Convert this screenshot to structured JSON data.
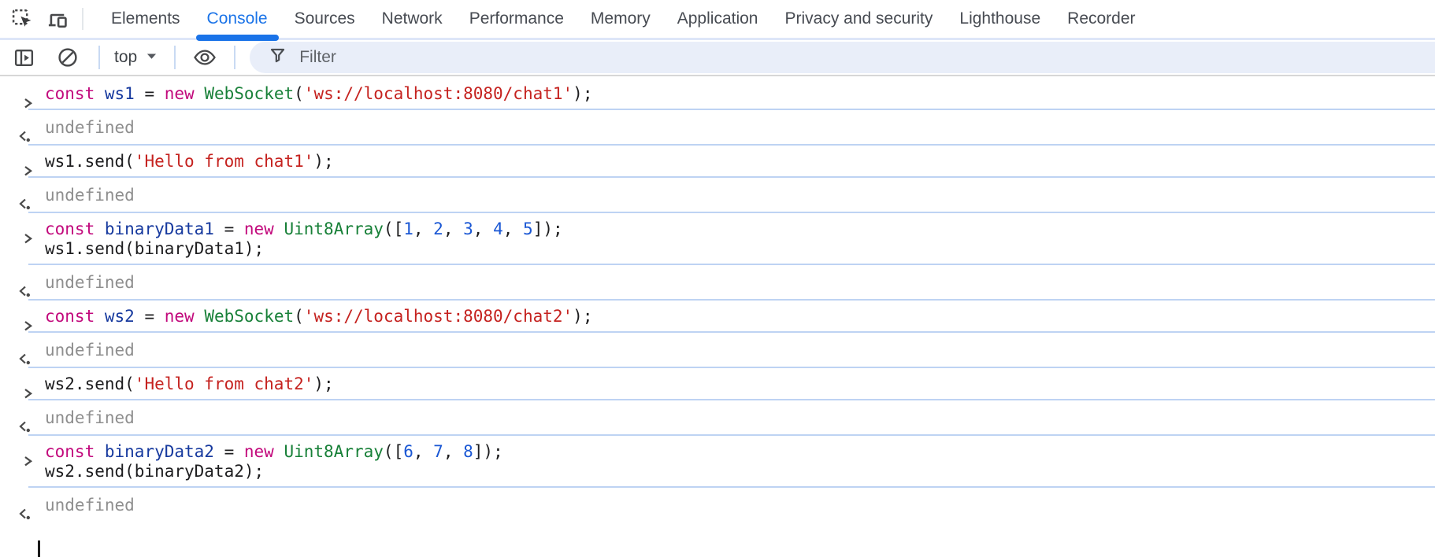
{
  "tabbar": {
    "icons": [
      "inspect-icon",
      "device-toolbar-icon"
    ],
    "tabs": [
      {
        "label": "Elements",
        "active": false
      },
      {
        "label": "Console",
        "active": true
      },
      {
        "label": "Sources",
        "active": false
      },
      {
        "label": "Network",
        "active": false
      },
      {
        "label": "Performance",
        "active": false
      },
      {
        "label": "Memory",
        "active": false
      },
      {
        "label": "Application",
        "active": false
      },
      {
        "label": "Privacy and security",
        "active": false
      },
      {
        "label": "Lighthouse",
        "active": false
      },
      {
        "label": "Recorder",
        "active": false
      }
    ]
  },
  "toolbar": {
    "icons": [
      "toggle-console-sidebar-icon",
      "clear-console-icon",
      "chevron-down-icon",
      "live-expression-eye-icon",
      "filter-funnel-icon"
    ],
    "context_selector_label": "top",
    "filter_placeholder": "Filter"
  },
  "console": {
    "entries": [
      {
        "type": "command",
        "icon": "chevron-right-icon",
        "lines": [
          [
            {
              "t": "const",
              "c": "kw"
            },
            {
              "t": " ",
              "c": "pl"
            },
            {
              "t": "ws1",
              "c": "var"
            },
            {
              "t": " = ",
              "c": "pl"
            },
            {
              "t": "new",
              "c": "kw"
            },
            {
              "t": " ",
              "c": "pl"
            },
            {
              "t": "WebSocket",
              "c": "cls"
            },
            {
              "t": "(",
              "c": "pl"
            },
            {
              "t": "'ws://localhost:8080/chat1'",
              "c": "str"
            },
            {
              "t": ");",
              "c": "pl"
            }
          ]
        ]
      },
      {
        "type": "result",
        "icon": "return-value-icon",
        "value": "undefined"
      },
      {
        "type": "command",
        "icon": "chevron-right-icon",
        "lines": [
          [
            {
              "t": "ws1.send(",
              "c": "pl"
            },
            {
              "t": "'Hello from chat1'",
              "c": "str"
            },
            {
              "t": ");",
              "c": "pl"
            }
          ]
        ]
      },
      {
        "type": "result",
        "icon": "return-value-icon",
        "value": "undefined"
      },
      {
        "type": "command",
        "icon": "chevron-right-icon",
        "lines": [
          [
            {
              "t": "const",
              "c": "kw"
            },
            {
              "t": " ",
              "c": "pl"
            },
            {
              "t": "binaryData1",
              "c": "var"
            },
            {
              "t": " = ",
              "c": "pl"
            },
            {
              "t": "new",
              "c": "kw"
            },
            {
              "t": " ",
              "c": "pl"
            },
            {
              "t": "Uint8Array",
              "c": "cls"
            },
            {
              "t": "([",
              "c": "pl"
            },
            {
              "t": "1",
              "c": "num"
            },
            {
              "t": ", ",
              "c": "pl"
            },
            {
              "t": "2",
              "c": "num"
            },
            {
              "t": ", ",
              "c": "pl"
            },
            {
              "t": "3",
              "c": "num"
            },
            {
              "t": ", ",
              "c": "pl"
            },
            {
              "t": "4",
              "c": "num"
            },
            {
              "t": ", ",
              "c": "pl"
            },
            {
              "t": "5",
              "c": "num"
            },
            {
              "t": "]);",
              "c": "pl"
            }
          ],
          [
            {
              "t": "ws1.send(binaryData1);",
              "c": "pl"
            }
          ]
        ]
      },
      {
        "type": "result",
        "icon": "return-value-icon",
        "value": "undefined"
      },
      {
        "type": "command",
        "icon": "chevron-right-icon",
        "lines": [
          [
            {
              "t": "const",
              "c": "kw"
            },
            {
              "t": " ",
              "c": "pl"
            },
            {
              "t": "ws2",
              "c": "var"
            },
            {
              "t": " = ",
              "c": "pl"
            },
            {
              "t": "new",
              "c": "kw"
            },
            {
              "t": " ",
              "c": "pl"
            },
            {
              "t": "WebSocket",
              "c": "cls"
            },
            {
              "t": "(",
              "c": "pl"
            },
            {
              "t": "'ws://localhost:8080/chat2'",
              "c": "str"
            },
            {
              "t": ");",
              "c": "pl"
            }
          ]
        ]
      },
      {
        "type": "result",
        "icon": "return-value-icon",
        "value": "undefined"
      },
      {
        "type": "command",
        "icon": "chevron-right-icon",
        "lines": [
          [
            {
              "t": "ws2.send(",
              "c": "pl"
            },
            {
              "t": "'Hello from chat2'",
              "c": "str"
            },
            {
              "t": ");",
              "c": "pl"
            }
          ]
        ]
      },
      {
        "type": "result",
        "icon": "return-value-icon",
        "value": "undefined"
      },
      {
        "type": "command",
        "icon": "chevron-right-icon",
        "lines": [
          [
            {
              "t": "const",
              "c": "kw"
            },
            {
              "t": " ",
              "c": "pl"
            },
            {
              "t": "binaryData2",
              "c": "var"
            },
            {
              "t": " = ",
              "c": "pl"
            },
            {
              "t": "new",
              "c": "kw"
            },
            {
              "t": " ",
              "c": "pl"
            },
            {
              "t": "Uint8Array",
              "c": "cls"
            },
            {
              "t": "([",
              "c": "pl"
            },
            {
              "t": "6",
              "c": "num"
            },
            {
              "t": ", ",
              "c": "pl"
            },
            {
              "t": "7",
              "c": "num"
            },
            {
              "t": ", ",
              "c": "pl"
            },
            {
              "t": "8",
              "c": "num"
            },
            {
              "t": "]);",
              "c": "pl"
            }
          ],
          [
            {
              "t": "ws2.send(binaryData2);",
              "c": "pl"
            }
          ]
        ]
      },
      {
        "type": "result",
        "icon": "return-value-icon",
        "value": "undefined"
      },
      {
        "type": "prompt",
        "icon": "prompt-chevron-icon"
      }
    ]
  },
  "colors": {
    "accent_blue": "#1a73e8",
    "token_keyword": "#c2097c",
    "token_variable": "#16399e",
    "token_class": "#188038",
    "token_string": "#c5221f",
    "token_number": "#1a57d4",
    "result_gray": "#8e8e8e",
    "separator_blue": "#bed3f3",
    "filter_pill_bg": "#e9eef9"
  }
}
